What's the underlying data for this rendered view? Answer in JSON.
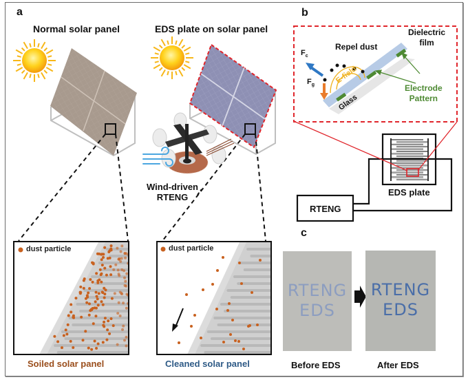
{
  "panels": {
    "a": {
      "letter": "a",
      "normal_title": "Normal solar panel",
      "eds_title": "EDS plate on solar panel",
      "rteng_label_line1": "Wind-driven",
      "rteng_label_line2": "RTENG",
      "soiled": {
        "legend": "dust particle",
        "caption": "Soiled solar panel"
      },
      "cleaned": {
        "legend": "dust particle",
        "caption": "Cleaned solar panel"
      }
    },
    "b": {
      "letter": "b",
      "fc_label": "F",
      "fc_sub": "c",
      "fg_label": "F",
      "fg_sub": "g",
      "repel_label": "Repel dust",
      "efield_label": "E-field",
      "glass_label": "Glass",
      "dielectric_line1": "Dielectric",
      "dielectric_line2": "film",
      "electrode_line1": "Electrode",
      "electrode_line2": "Pattern",
      "eds_plate_label": "EDS plate",
      "rteng_box_label": "RTENG"
    },
    "c": {
      "letter": "c",
      "before": {
        "text_line1": "RTENG",
        "text_line2": "EDS",
        "caption": "Before EDS"
      },
      "after": {
        "text_line1": "RTENG",
        "text_line2": "EDS",
        "caption": "After EDS"
      }
    }
  },
  "colors": {
    "dust": "#c8611f",
    "soiled_caption": "#9a4e1c",
    "cleaned_caption": "#2e5a86",
    "electrode": "#4e8a33",
    "dielectric": "#b7cbe6",
    "efield": "#f0b323",
    "red_dashed": "#e0252b",
    "fc_arrow": "#2f78c4",
    "fg_arrow": "#e97c2c",
    "soiled_panel": "#a89a8e",
    "eds_panel": "#8e90b4",
    "before_text": "#8c9dc0",
    "after_text": "#4a6ea8"
  }
}
